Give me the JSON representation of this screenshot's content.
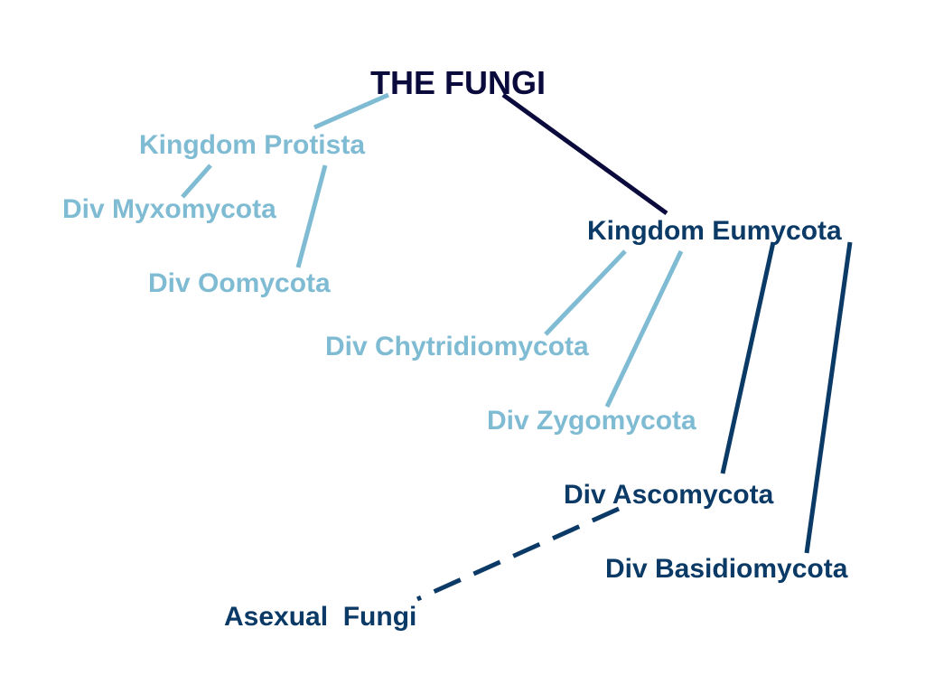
{
  "colors": {
    "title": "#0a0a3c",
    "light": "#7fbcd3",
    "dark": "#0b3a66"
  },
  "nodes": {
    "root": "THE FUNGI",
    "kingdom_protista": "Kingdom Protista",
    "div_myxomycota": "Div Myxomycota",
    "div_oomycota": "Div Oomycota",
    "kingdom_eumycota": "Kingdom Eumycota",
    "div_chytridiomycota": "Div Chytridiomycota",
    "div_zygomycota": "Div Zygomycota",
    "div_ascomycota": "Div Ascomycota",
    "div_basidiomycota": "Div Basidiomycota",
    "asexual_fungi": "Asexual  Fungi"
  }
}
